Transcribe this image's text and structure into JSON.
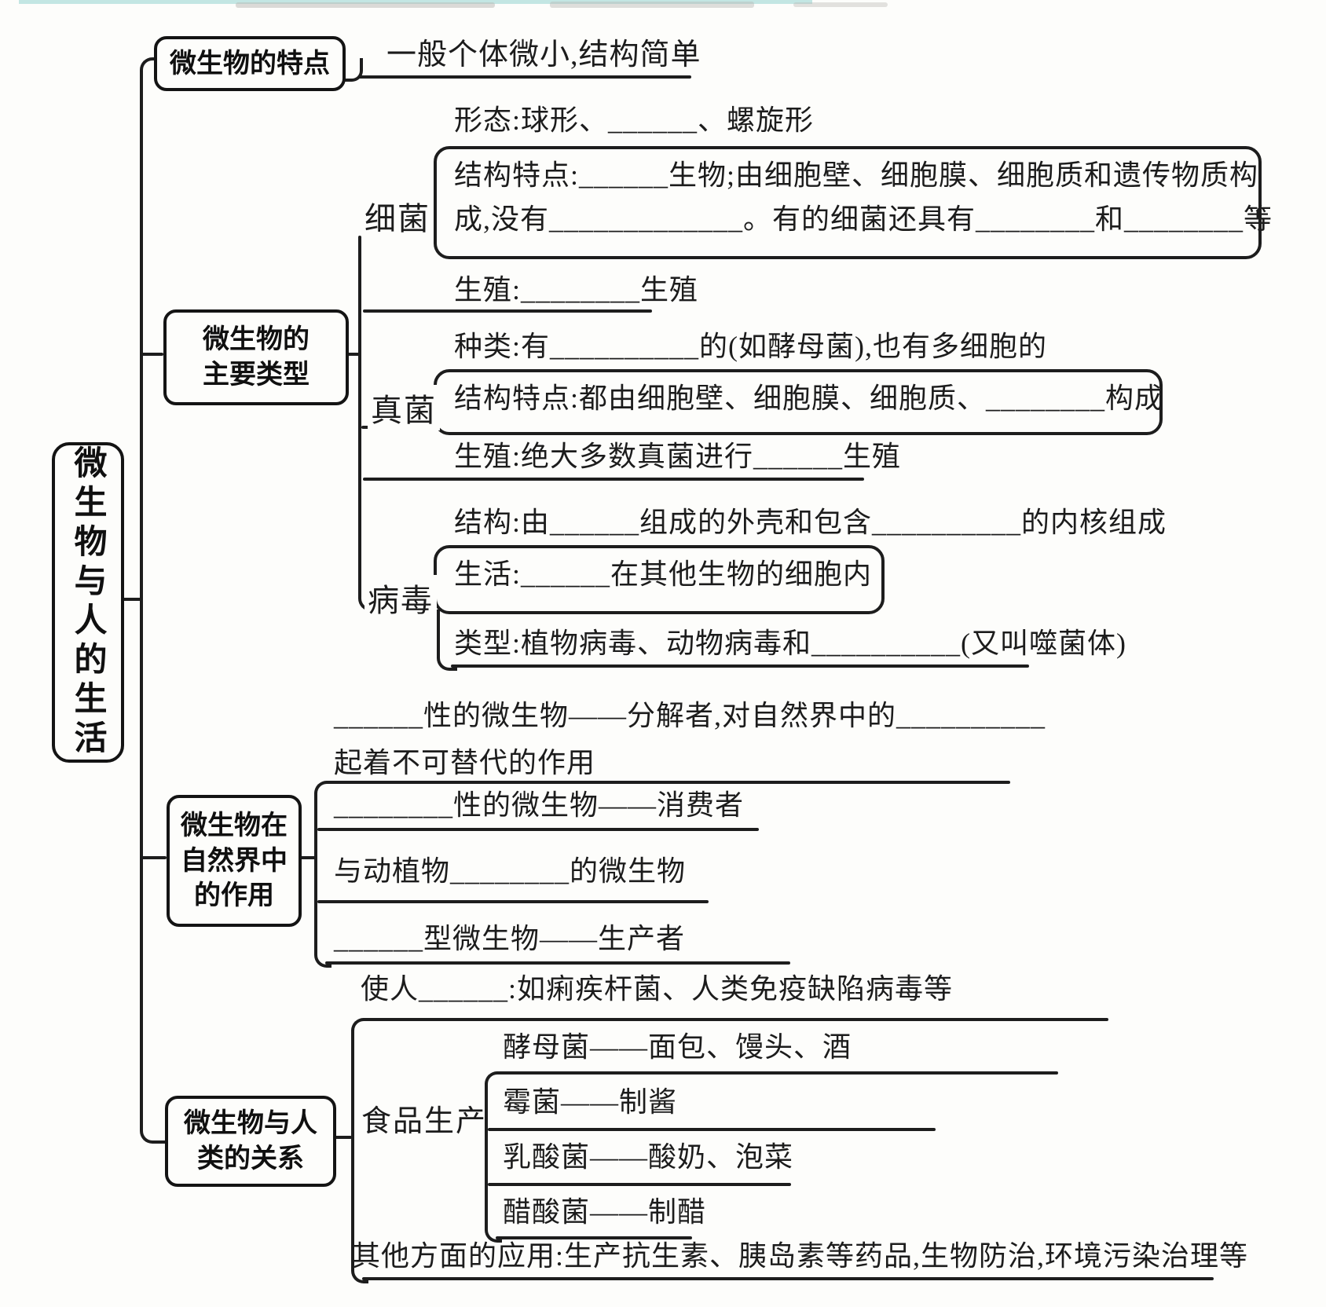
{
  "root": {
    "label": "微生物与人的生活"
  },
  "features_branch": {
    "label": "微生物的特点",
    "note": "一般个体微小,结构简单"
  },
  "types_branch": {
    "label_line1": "微生物的",
    "label_line2": "主要类型",
    "bacteria": {
      "label": "细菌",
      "morphology": "形态:球形、______、螺旋形",
      "structure_line1": "结构特点:______生物;由细胞壁、细胞膜、细胞质和遗传物质构",
      "structure_line2": "成,没有_____________。有的细菌还具有________和________等",
      "reproduction": "生殖:________生殖"
    },
    "fungi": {
      "label": "真菌",
      "kinds": "种类:有__________的(如酵母菌),也有多细胞的",
      "structure": "结构特点:都由细胞壁、细胞膜、细胞质、________构成",
      "reproduction": "生殖:绝大多数真菌进行______生殖"
    },
    "virus": {
      "label": "病毒",
      "structure": "结构:由______组成的外壳和包含__________的内核组成",
      "life": "生活:______在其他生物的细胞内",
      "types": "类型:植物病毒、动物病毒和__________(又叫噬菌体)"
    }
  },
  "nature_branch": {
    "label_line1": "微生物在",
    "label_line2": "自然界中",
    "label_line3": "的作用",
    "item1_line1": "______性的微生物——分解者,对自然界中的__________",
    "item1_line2": "起着不可替代的作用",
    "item2": "________性的微生物——消费者",
    "item3": "与动植物________的微生物",
    "item4": "______型微生物——生产者"
  },
  "human_branch": {
    "label_line1": "微生物与人",
    "label_line2": "类的关系",
    "harm": "使人______:如痢疾杆菌、人类免疫缺陷病毒等",
    "food_label": "食品生产",
    "food_items": [
      "酵母菌——面包、馒头、酒",
      "霉菌——制酱",
      "乳酸菌——酸奶、泡菜",
      "醋酸菌——制醋"
    ],
    "other": "其他方面的应用:生产抗生素、胰岛素等药品,生物防治,环境污染治理等"
  },
  "colors": {
    "ink": "#1d1d1d",
    "paper": "#fdfdfb",
    "artifact_cyan": "#93d4d0",
    "artifact_gray": "#b9b7b3"
  }
}
